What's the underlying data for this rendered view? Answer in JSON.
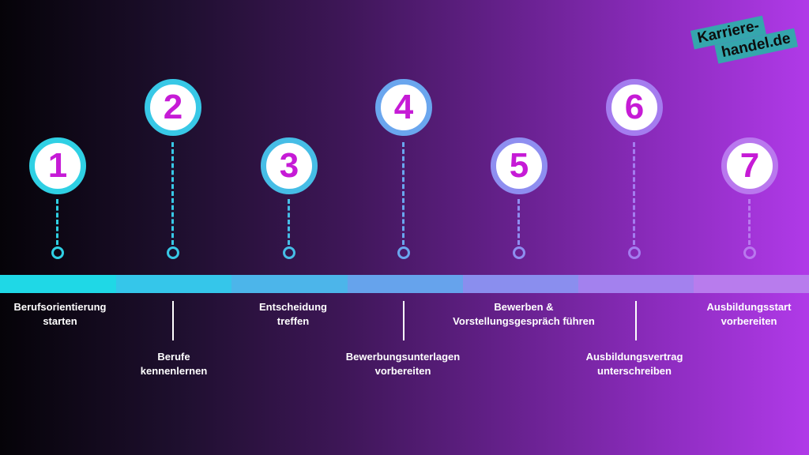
{
  "logo": {
    "line1": "Karriere-",
    "line2": "handel.de"
  },
  "steps": [
    {
      "number": "1",
      "label_line1": "Berufsorientierung",
      "label_line2": "starten",
      "color": "#2fd0e4"
    },
    {
      "number": "2",
      "label_line1": "Berufe",
      "label_line2": "kennenlernen",
      "color": "#38c8e6"
    },
    {
      "number": "3",
      "label_line1": "Entscheidung",
      "label_line2": "treffen",
      "color": "#46bde6"
    },
    {
      "number": "4",
      "label_line1": "Bewerbungsunterlagen",
      "label_line2": "vorbereiten",
      "color": "#6aa6ee"
    },
    {
      "number": "5",
      "label_line1": "Bewerben &",
      "label_line2": "Vorstellungsgespräch führen",
      "color": "#8e8ef0"
    },
    {
      "number": "6",
      "label_line1": "Ausbildungsvertrag",
      "label_line2": "unterschreiben",
      "color": "#a47cef"
    },
    {
      "number": "7",
      "label_line1": "Ausbildungsstart",
      "label_line2": "vorbereiten",
      "color": "#b978ee"
    }
  ]
}
